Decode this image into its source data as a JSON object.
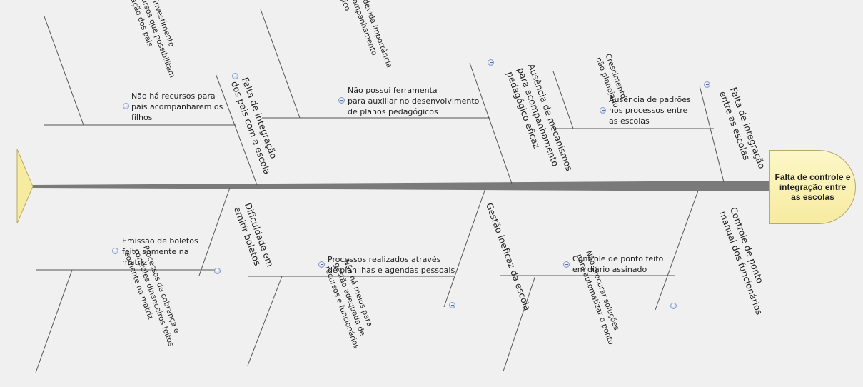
{
  "effect": "Falta de controle e\nintegração entre\nas escolas",
  "colors": {
    "background": "#f0f0f0",
    "line": "#555555",
    "spine": "#7a7a7a",
    "head_fill": "#f7eba0",
    "tail_fill": "#f7eba0",
    "collapse_icon": "#c9d4ef"
  },
  "top_causes": [
    {
      "label": [
        "Falta de integração",
        "dos pais com a escola"
      ],
      "sub": [
        {
          "label": [
            "Não há recursos para",
            "pais acompanharem os",
            "filhos"
          ],
          "sub": [
            {
              "label": [
                "Falta de investimento",
                "em recursos que possibilitam",
                "integração dos pais"
              ]
            }
          ]
        }
      ]
    },
    {
      "label": [
        "Ausência de mecanismos",
        "para acompanhamento",
        "pedagógico eficaz"
      ],
      "sub": [
        {
          "label": [
            "Não possui ferramenta",
            "para auxiliar no desenvolvimento",
            "de planos pedagógicos"
          ],
          "sub": [
            {
              "label": [
                "Não dar a devida importância",
                "para o acompanhamento",
                "pedagógico"
              ]
            }
          ]
        }
      ]
    },
    {
      "label": [
        "Falta de integração",
        "entre as escolas"
      ],
      "sub": [
        {
          "label": [
            "Ausência de padrões",
            "nos processos entre",
            "as escolas"
          ],
          "sub": [
            {
              "label": [
                "Crescimento",
                "não planejado"
              ]
            }
          ]
        }
      ]
    }
  ],
  "bottom_causes": [
    {
      "label": [
        "Dificuldade em",
        "emitir boletos"
      ],
      "sub": [
        {
          "label": [
            "Emissão de boletos",
            "feito somente na",
            "matriz"
          ],
          "sub": [
            {
              "label": [
                "Processos de cobrança e",
                "controles dinanceiros feitos",
                "somente na matriz"
              ]
            }
          ]
        }
      ]
    },
    {
      "label": [
        "Gestão ineficaz da escola"
      ],
      "sub": [
        {
          "label": [
            "Processos realizados através",
            "de planilhas e agendas pessoais"
          ],
          "sub": [
            {
              "label": [
                "Não há meios para",
                "gestão adequada de",
                "recursos e funcionários"
              ]
            }
          ]
        }
      ]
    },
    {
      "label": [
        "Controle de ponto",
        "manual dos funcionários"
      ],
      "sub": [
        {
          "label": [
            "Controle de ponto feito",
            "em diário assinado"
          ],
          "sub": [
            {
              "label": [
                "Não procurar soluções",
                "para automatizar o ponto"
              ]
            }
          ]
        }
      ]
    }
  ]
}
